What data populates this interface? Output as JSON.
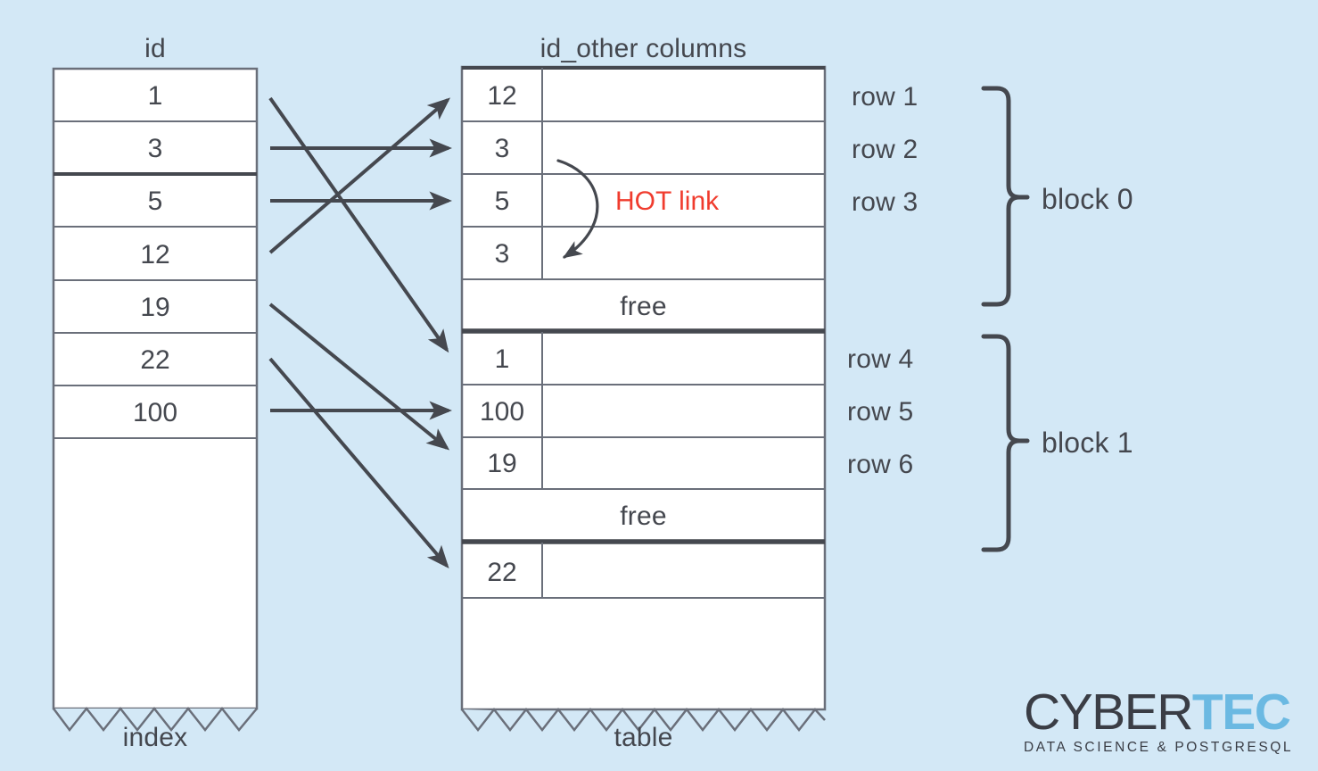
{
  "background_color": "#d3e8f6",
  "stroke_color": "#45484f",
  "accent_color": "#f03c2e",
  "headers": {
    "index_header": "id",
    "table_header": "id_other columns"
  },
  "footers": {
    "index_caption": "index",
    "table_caption": "table"
  },
  "index": {
    "entries": [
      "1",
      "3",
      "5",
      "12",
      "19",
      "22",
      "100"
    ],
    "empty_slots": 1
  },
  "table": {
    "blocks": [
      {
        "name": "block 0",
        "rows": [
          {
            "label": "row 1",
            "id": "12"
          },
          {
            "label": "row 2",
            "id": "3"
          },
          {
            "label": "row 3",
            "id": "5"
          },
          {
            "label": "",
            "id": "3"
          }
        ],
        "free_label": "free"
      },
      {
        "name": "block 1",
        "rows": [
          {
            "label": "row 4",
            "id": "1"
          },
          {
            "label": "row 5",
            "id": "100"
          },
          {
            "label": "row 6",
            "id": "19"
          }
        ],
        "free_label": "free"
      },
      {
        "name": "",
        "rows": [
          {
            "label": "",
            "id": "22"
          }
        ],
        "free_label": ""
      }
    ]
  },
  "annotations": {
    "hot_link_label": "HOT link"
  },
  "row_labels": [
    "row 1",
    "row 2",
    "row 3",
    "row 4",
    "row 5",
    "row 6"
  ],
  "block_labels": [
    "block 0",
    "block 1"
  ],
  "logo": {
    "part1": "CYBER",
    "part2": "TEC",
    "tagline": "DATA SCIENCE & POSTGRESQL"
  }
}
